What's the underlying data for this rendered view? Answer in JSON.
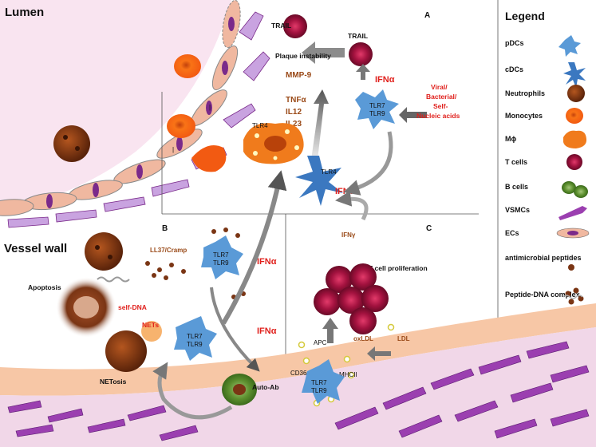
{
  "regions": {
    "lumen": "Lumen",
    "vessel_wall": "Vessel wall"
  },
  "panels": {
    "a": "A",
    "b": "B",
    "c": "C"
  },
  "panel_a": {
    "trail_left": "TRAIL",
    "trail_right": "TRAIL",
    "plaque": "Plaque instability",
    "mmp9": "MMP-9",
    "ifna": "IFNα",
    "viral": [
      "Viral/",
      "Bacterial/",
      "Self-",
      "Nucleic acids"
    ],
    "tnfa": "TNFα",
    "il12": "IL12",
    "il23": "IL23",
    "tlr4_mac": "TLR4",
    "tlr4_cdc": "TLR4",
    "tlr7": "TLR7",
    "tlr9": "TLR9",
    "ifna_center": "IFNα",
    "marker_1": "|",
    "marker_2": "|"
  },
  "panel_b": {
    "ll37": "LL37/Cramp",
    "ifna_top": "IFNα",
    "ifna_bottom": "IFNα",
    "apoptosis": "Apoptosis",
    "self_dna": "self-DNA",
    "nets": "NETs",
    "netosis": "NETosis",
    "auto_ab": "Auto-Ab",
    "tlr7": "TLR7",
    "tlr9": "TLR9",
    "tlr7_b": "TLR7",
    "tlr9_b": "TLR9"
  },
  "panel_c": {
    "ifng": "IFNγ",
    "tcell_prolif": "T cell proliferation",
    "apc": "APC",
    "oxldl": "oxLDL",
    "ldl": "LDL",
    "cd36": "CD36",
    "mhcii": "MHCII",
    "tlr7": "TLR7",
    "tlr9": "TLR9"
  },
  "legend": {
    "title": "Legend",
    "items": [
      "pDCs",
      "cDCs",
      "Neutrophils",
      "Monocytes",
      "Mϕ",
      "T cells",
      "B cells",
      "VSMCs",
      "ECs",
      "antimicrobial peptides",
      "Peptide-DNA complex"
    ]
  },
  "colors": {
    "lumen_bg": "#f9e4f0",
    "vessel_band": "#f7c7a6",
    "vsmc": "#a23bb4",
    "pdc": "#5a9ad7",
    "tcell": "#a3123f",
    "monocyte": "#f0681c",
    "neutrophil": "#8b3b12",
    "bcell": "#4f8a2a",
    "text_red": "#e0201c",
    "text_brown": "#9a4a18"
  }
}
